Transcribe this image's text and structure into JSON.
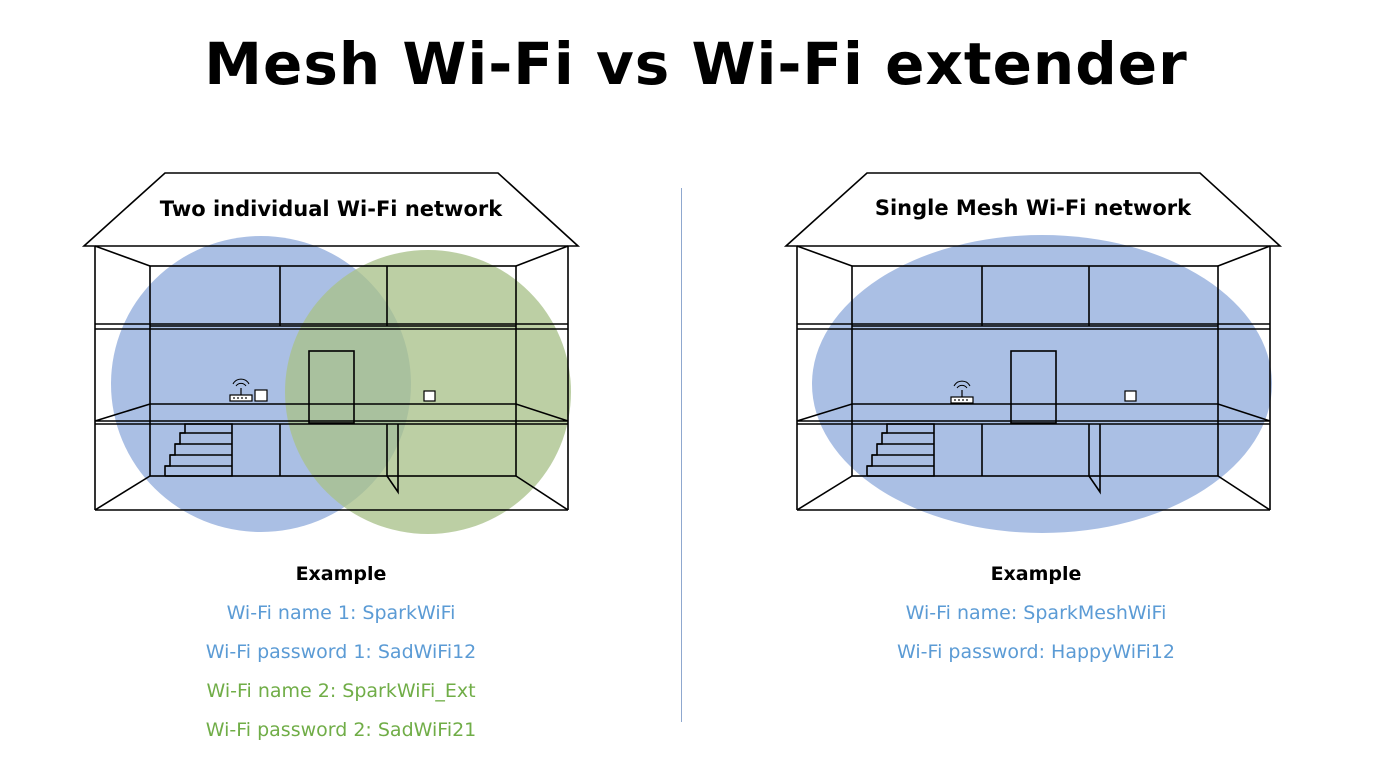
{
  "title": "Mesh Wi-Fi vs Wi-Fi extender",
  "left_panel": {
    "house_label": "Two individual Wi-Fi network",
    "example_heading": "Example",
    "lines": [
      {
        "text": "Wi-Fi name 1: SparkWiFi",
        "color": "#5b9bd5"
      },
      {
        "text": "Wi-Fi password 1: SadWiFi12",
        "color": "#5b9bd5"
      },
      {
        "text": "Wi-Fi name 2: SparkWiFi_Ext",
        "color": "#70ad47"
      },
      {
        "text": "Wi-Fi password 2: SadWiFi21",
        "color": "#70ad47"
      }
    ]
  },
  "right_panel": {
    "house_label": "Single Mesh Wi-Fi network",
    "example_heading": "Example",
    "lines": [
      {
        "text": "Wi-Fi name: SparkMeshWiFi",
        "color": "#5b9bd5"
      },
      {
        "text": "Wi-Fi password: HappyWiFi12",
        "color": "#5b9bd5"
      }
    ]
  },
  "colors": {
    "coverage_blue": "#8eaadb",
    "coverage_green": "#a9c18a",
    "overlap": "#7fa38a"
  },
  "icons": [
    "router-icon",
    "extender-icon",
    "mesh-node-icon"
  ]
}
